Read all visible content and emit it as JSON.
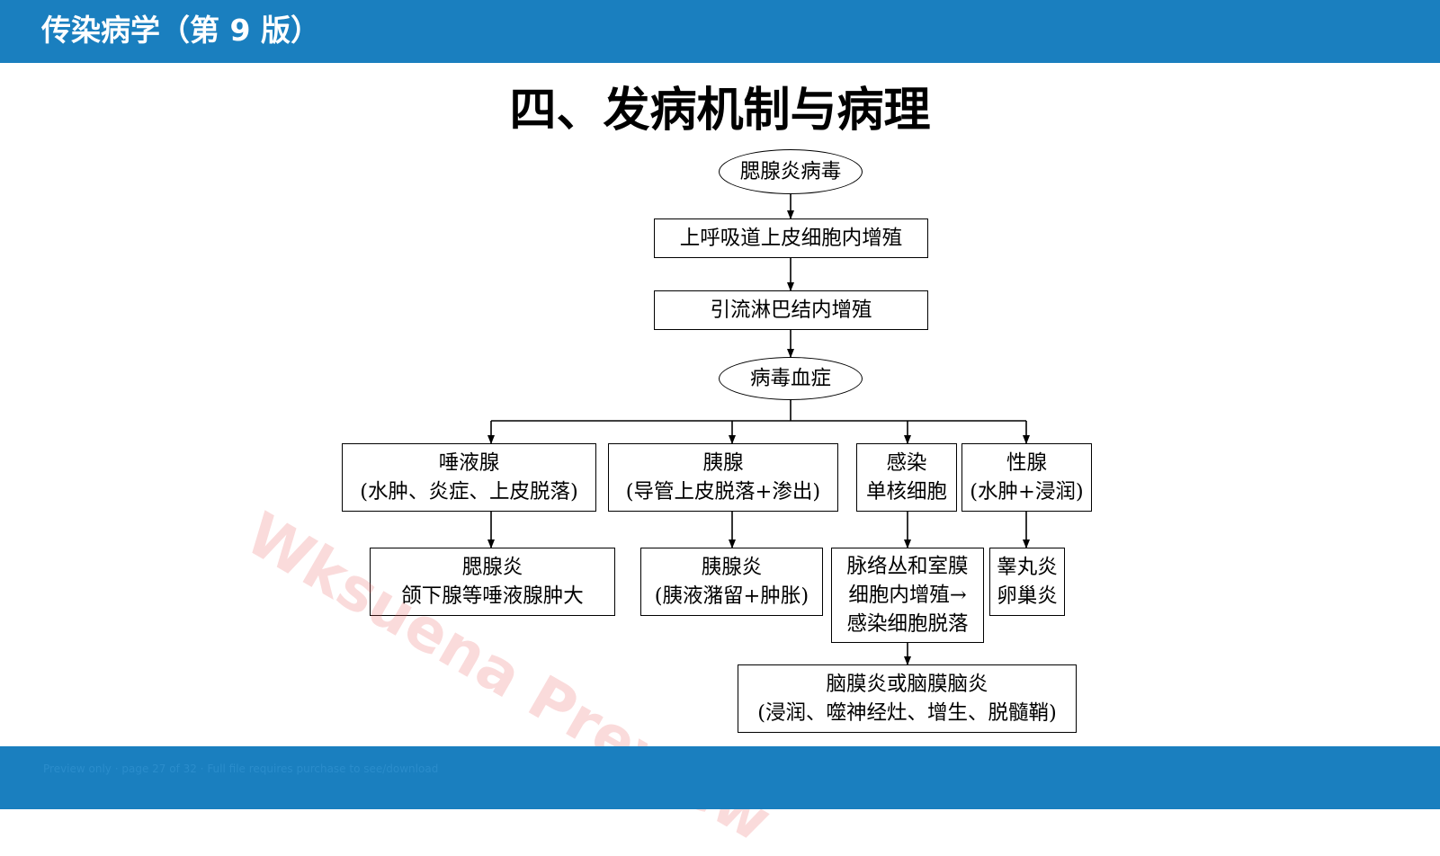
{
  "header": {
    "title": "传染病学（第 9 版）"
  },
  "slide": {
    "title": "四、发病机制与病理"
  },
  "diagram": {
    "virus": "腮腺炎病毒",
    "upper_resp": "上呼吸道上皮细胞内增殖",
    "lymph": "引流淋巴结内增殖",
    "viremia": "病毒血症",
    "salivary": {
      "line1": "唾液腺",
      "line2": "(水肿、炎症、上皮脱落)"
    },
    "pancreas": {
      "line1": "胰腺",
      "line2": "(导管上皮脱落+渗出)"
    },
    "infect_mono": {
      "line1": "感染",
      "line2": "单核细胞"
    },
    "gonad": {
      "line1": "性腺",
      "line2": "(水肿+浸润)"
    },
    "parotitis": {
      "line1": "腮腺炎",
      "line2": "颌下腺等唾液腺肿大"
    },
    "pancreatitis": {
      "line1": "胰腺炎",
      "line2": "(胰液潴留+肿胀)"
    },
    "choroid": {
      "line1": "脉络丛和室膜",
      "line2": "细胞内增殖→",
      "line3": "感染细胞脱落"
    },
    "orchitis": {
      "line1": "睾丸炎",
      "line2": "卵巢炎"
    },
    "meningitis": {
      "line1": "脑膜炎或脑膜脑炎",
      "line2": "(浸润、噬神经灶、增生、脱髓鞘)"
    }
  },
  "watermark": "Wksuena Preview",
  "footer": {
    "note": "Preview only · page 27 of 32 · Full file requires purchase to see/download"
  }
}
